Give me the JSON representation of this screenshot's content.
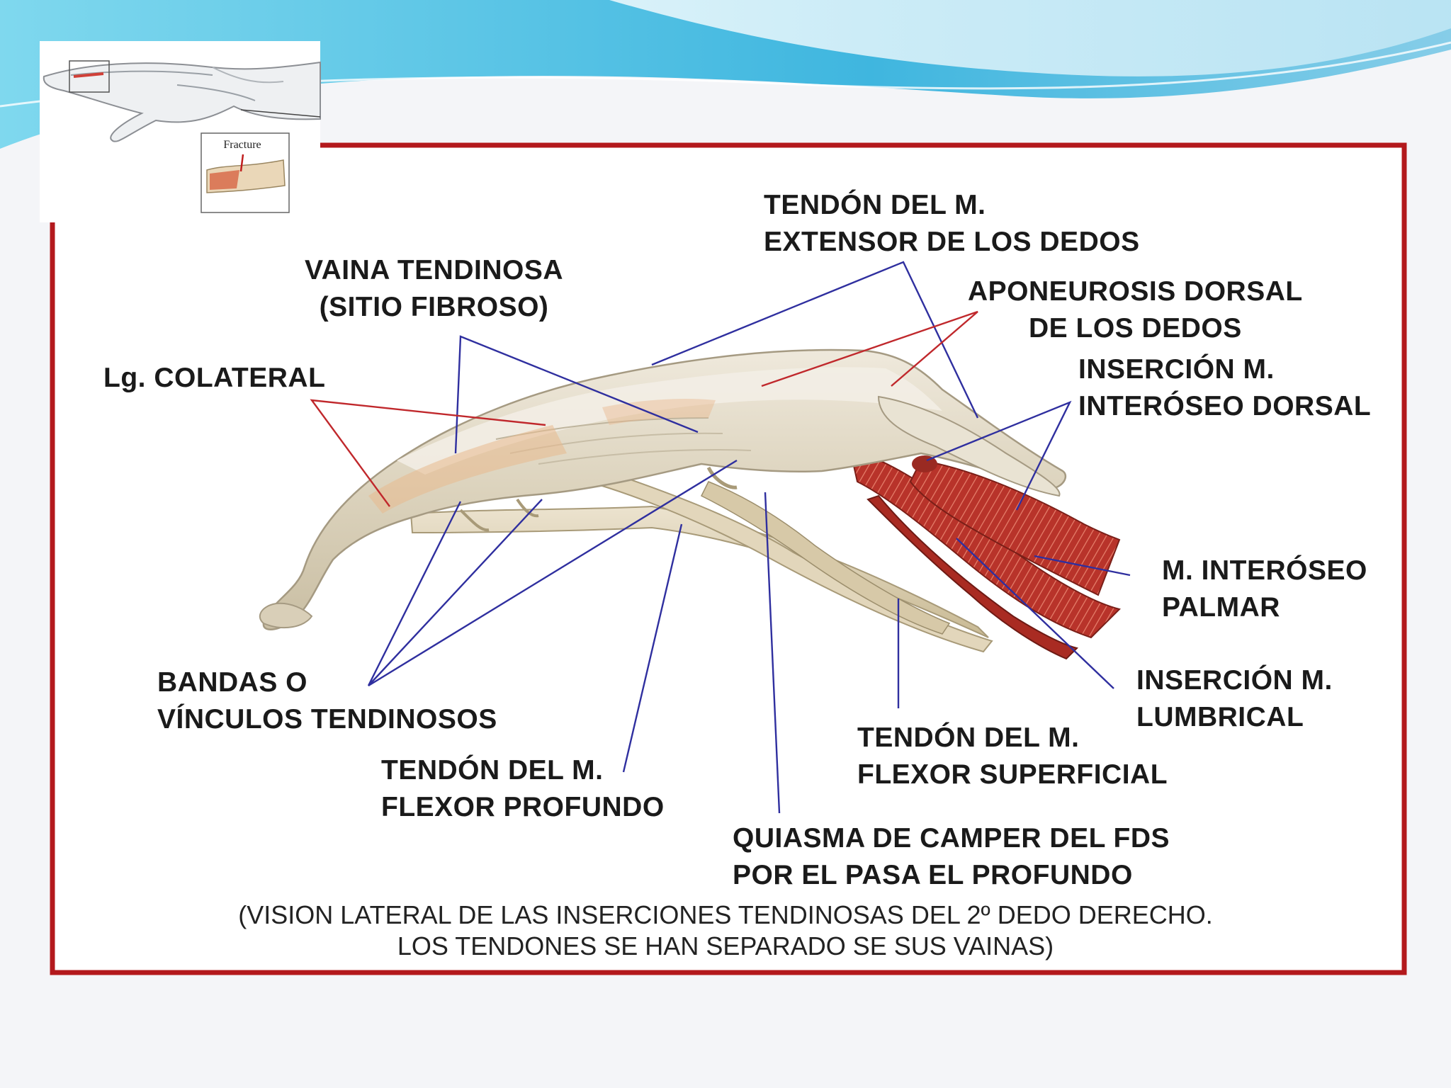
{
  "labels": {
    "extensor_tendon": [
      "TENDÓN DEL M.",
      "EXTENSOR DE LOS DEDOS"
    ],
    "tendon_sheath": [
      "VAINA TENDINOSA",
      "(SITIO FIBROSO)"
    ],
    "dorsal_aponeurosis": [
      "APONEUROSIS DORSAL",
      "DE LOS DEDOS"
    ],
    "collateral_ligament": [
      "Lg. COLATERAL"
    ],
    "dorsal_interosseous_insertion": [
      "INSERCIÓN M.",
      "INTERÓSEO DORSAL"
    ],
    "palmar_interosseous": [
      "M. INTERÓSEO",
      "PALMAR"
    ],
    "lumbrical_insertion": [
      "INSERCIÓN M.",
      "LUMBRICAL"
    ],
    "vincula": [
      "BANDAS O",
      "VÍNCULOS TENDINOSOS"
    ],
    "superficial_flexor": [
      "TENDÓN DEL M.",
      "FLEXOR SUPERFICIAL"
    ],
    "deep_flexor": [
      "TENDÓN DEL M.",
      "FLEXOR PROFUNDO"
    ],
    "camper_chiasm": [
      "QUIASMA DE CAMPER DEL FDS",
      "POR EL PASA EL PROFUNDO"
    ]
  },
  "caption": [
    "(VISION LATERAL DE LAS INSERCIONES TENDINOSAS DEL 2º DEDO DERECHO.",
    "LOS TENDONES SE HAN SEPARADO SE SUS VAINAS)"
  ],
  "inset": {
    "fracture_label": "Fracture"
  },
  "colors": {
    "frame": "#b3191d",
    "leader_blue": "#2f2f9f",
    "leader_red": "#c0282c",
    "bone": "#ddd6c5",
    "muscle": "#b8332a",
    "header_wave": "#5fc3e4"
  }
}
